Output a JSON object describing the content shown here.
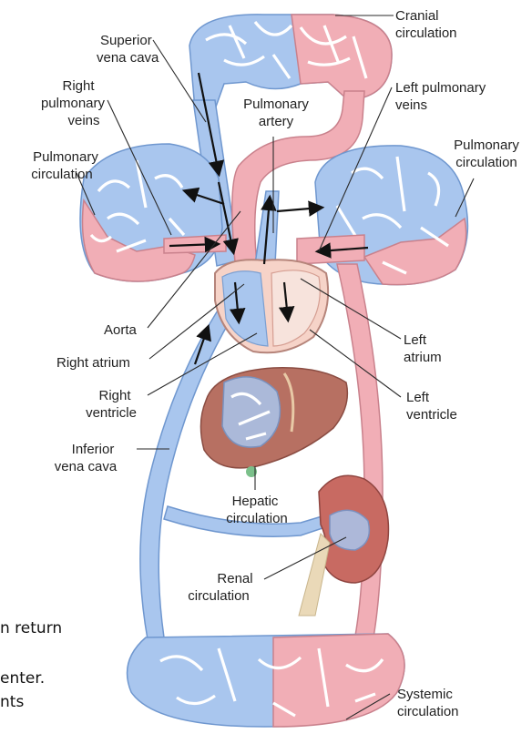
{
  "labels": {
    "cranial": [
      "Cranial",
      "circulation"
    ],
    "superior_vena_cava": [
      "Superior",
      "vena cava"
    ],
    "right_pulmonary_veins": [
      "Right",
      "pulmonary",
      "veins"
    ],
    "pulmonary_artery": [
      "Pulmonary",
      "artery"
    ],
    "left_pulmonary_veins": [
      "Left pulmonary",
      "veins"
    ],
    "pulmonary_circulation_left": [
      "Pulmonary",
      "circulation"
    ],
    "pulmonary_circulation_right": [
      "Pulmonary",
      "circulation"
    ],
    "aorta": [
      "Aorta"
    ],
    "right_atrium": [
      "Right atrium"
    ],
    "left_atrium": [
      "Left",
      "atrium"
    ],
    "right_ventricle": [
      "Right",
      "ventricle"
    ],
    "left_ventricle": [
      "Left",
      "ventricle"
    ],
    "inferior_vena_cava": [
      "Inferior",
      "vena cava"
    ],
    "hepatic": [
      "Hepatic",
      "circulation"
    ],
    "renal": [
      "Renal",
      "circulation"
    ],
    "systemic": [
      "Systemic",
      "circulation"
    ]
  },
  "side_text": [
    "n return",
    "enter.",
    "nts"
  ],
  "colors": {
    "venous": "#a9c6ee",
    "arterial": "#f1aeb6",
    "heart": "#f6d3c8",
    "liver": "#b77062",
    "kidney": "#c86a62"
  }
}
